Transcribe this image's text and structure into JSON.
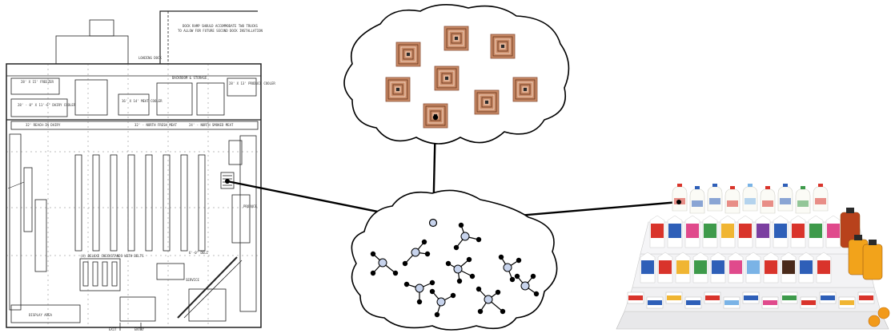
{
  "floorplan": {
    "dock_note_line1": "DOCK RAMP SHOULD ACCOMMODATE TWO TRUCKS",
    "dock_note_line2": "TO ALLOW FOR FUTURE SECOND DOCK INSTALLATION",
    "receiving_dock": "LOADING DOCK",
    "backroom": "BACKROOM & STORAGE",
    "freezer": "28' X 15' FREEZER",
    "dairy_cooler": "28' - 0\" X 11'-6\" DAIRY COOLER",
    "meat_cooler": "16' X 14' MEAT COOLER",
    "produce_cooler": "28' X 13' PRODUCE COOLER",
    "reach_in_dairy": "32' REACH-IN DAIRY",
    "fresh_meat": "32' - NORTH FRESH MEAT",
    "smoked_meat": "24' - NORTH SMOKED MEAT",
    "display_area": "DISPLAY AREA",
    "checkstands": "(4) DELUXE CHECKSTANDS WITH BELTS",
    "exit": "EXIT",
    "entry": "ENTRY",
    "deli": "6'-0\" DELI",
    "service": "SERVICE",
    "produce_wall": "PRODUCE"
  },
  "stroke_color": "#000000",
  "tag_color": "#c98a66",
  "node_fill": "#c7d3ec"
}
